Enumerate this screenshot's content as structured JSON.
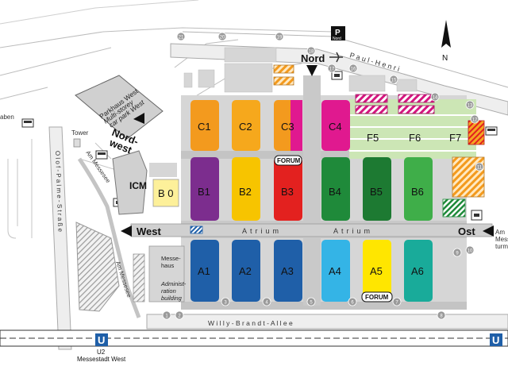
{
  "halls": {
    "C1": "C1",
    "C2": "C2",
    "C3": "C3",
    "C4": "C4",
    "F5": "F5",
    "F6": "F6",
    "F7": "F7",
    "B0": "B 0",
    "B1": "B1",
    "B2": "B2",
    "B3": "B3",
    "B4": "B4",
    "B5": "B5",
    "B6": "B6",
    "A1": "A1",
    "A2": "A2",
    "A3": "A3",
    "A4": "A4",
    "A5": "A5",
    "A6": "A6"
  },
  "labels": {
    "icm": "ICM",
    "forum_b3": "FORUM",
    "forum_a5": "FORUM",
    "atrium_1": "Atrium",
    "atrium_2": "Atrium",
    "west": "West",
    "ost": "Ost",
    "nord": "Nord",
    "nordwest_1": "Nord-",
    "nordwest_2": "west",
    "parkhaus_1": "Parkhaus West",
    "parkhaus_2": "Multi-storey",
    "parkhaus_3": "car park West",
    "p_nord_letter": "P",
    "p_nord_text": "Nord",
    "compass": "N",
    "tower": "Tower",
    "messehaus": "Messe-",
    "messehaus_2": "haus",
    "admin_1": "Administ-",
    "admin_2": "ration",
    "admin_3": "building",
    "street_olof": "O l o f - P a l m e - S t r a ß e",
    "street_willy": "W i l l y - B r a n d t - A l l e e",
    "street_paul": "P a u l - H e n r i",
    "am_messesee_1": "Am Messesee",
    "am_messesee_2": "Am Messesee",
    "u_left": "U",
    "u_right": "U",
    "u2_line": "U2",
    "u2_station": "Messestadt West",
    "right_am": "Am",
    "right_messe": "Messe",
    "right_turm": "turm",
    "left_cut": "aben"
  },
  "gates": [
    "1",
    "2",
    "3",
    "4",
    "5",
    "6",
    "7",
    "8",
    "9",
    "10",
    "11",
    "12",
    "13",
    "14",
    "15",
    "16",
    "17",
    "18",
    "19",
    "20",
    "21"
  ],
  "colors": {
    "C1": "#f39a1e",
    "C2": "#f6a81c",
    "C3": "#f39a1e",
    "C4": "#e0198f",
    "B1": "#7c2d8e",
    "B2": "#f7c400",
    "B3": "#e3211f",
    "B4": "#1f8a3a",
    "B5": "#1d7a32",
    "B6": "#3fae49",
    "A1": "#1f5fa8",
    "A2": "#1f5fa8",
    "A3": "#1f5fa8",
    "A4": "#34b4e6",
    "A5": "#ffe600",
    "A6": "#19ab9a",
    "F": "#cce6b5",
    "B0": "#fdf09a",
    "corridor": "#c9c9c9",
    "road": "#e6e6e6"
  }
}
